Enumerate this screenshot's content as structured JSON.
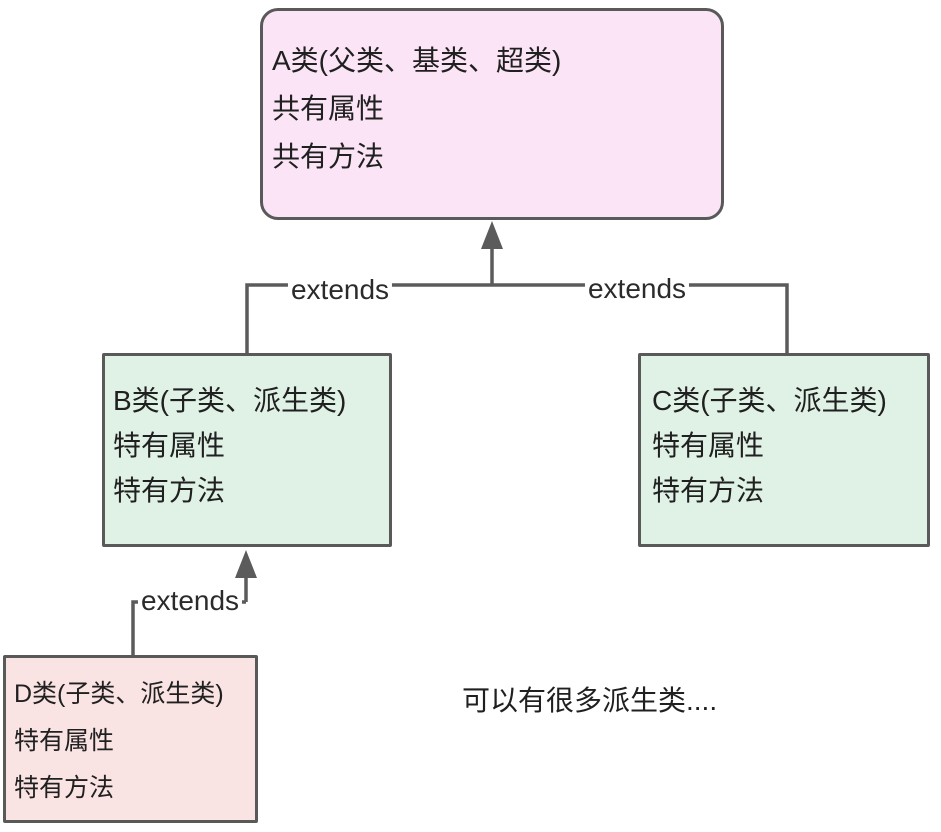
{
  "nodes": {
    "classA": {
      "title": "A类(父类、基类、超类)",
      "attr": "共有属性",
      "method": "共有方法"
    },
    "classB": {
      "title": "B类(子类、派生类)",
      "attr": "特有属性",
      "method": "特有方法"
    },
    "classC": {
      "title": "C类(子类、派生类)",
      "attr": "特有属性",
      "method": "特有方法"
    },
    "classD": {
      "title": "D类(子类、派生类)",
      "attr": "特有属性",
      "method": "特有方法"
    }
  },
  "edges": {
    "b_extends_a": {
      "label": "extends"
    },
    "c_extends_a": {
      "label": "extends"
    },
    "d_extends_b": {
      "label": "extends"
    }
  },
  "note": {
    "text": "可以有很多派生类...."
  },
  "colors": {
    "class_a_fill": "#fae4f6",
    "subclass_fill": "#e0f1e6",
    "class_d_fill": "#fae3e3",
    "box_border": "#595959",
    "connector": "#5b5b5b",
    "text": "#202020"
  }
}
